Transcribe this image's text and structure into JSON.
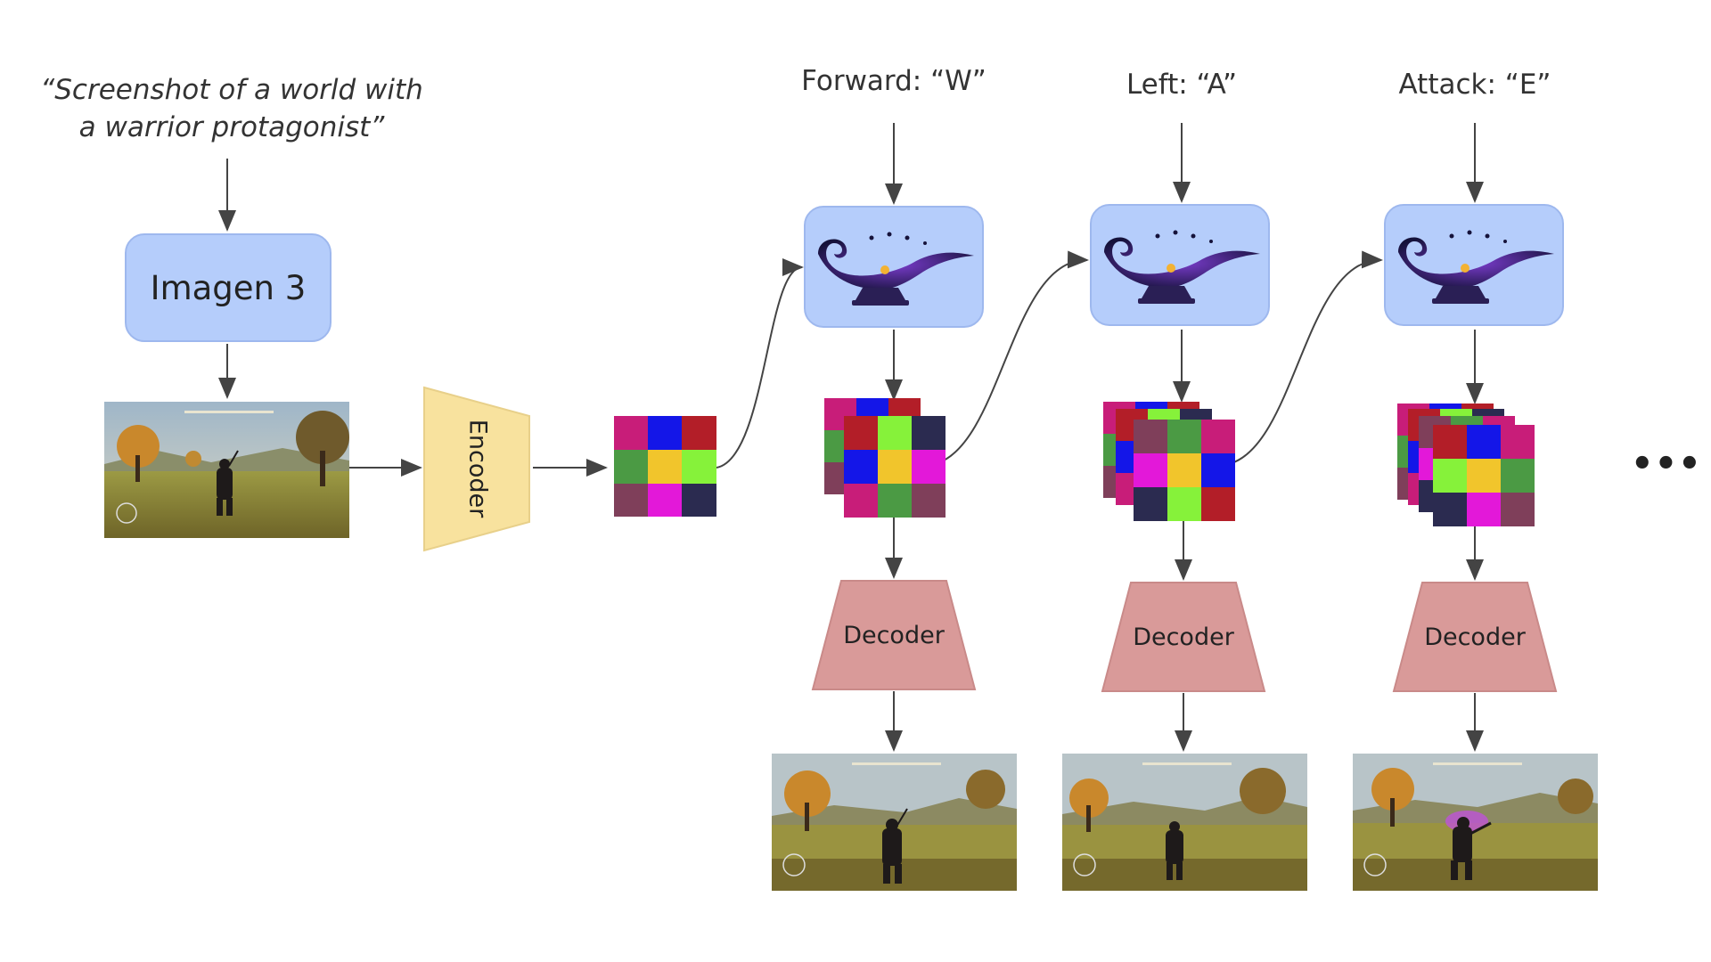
{
  "prompt": {
    "line1": "“Screenshot of a world with",
    "line2": "a warrior protagonist”"
  },
  "imagen_label": "Imagen 3",
  "encoder_label": "Encoder",
  "decoder_label": "Decoder",
  "actions": [
    {
      "label": "Forward: “W”"
    },
    {
      "label": "Left: “A”"
    },
    {
      "label": "Attack: “E”"
    }
  ],
  "ellipsis": "•••",
  "colors": {
    "model_box": "#b5cdfb",
    "encoder": "#f8e29e",
    "decoder": "#d99a99",
    "arrow": "#444444"
  }
}
